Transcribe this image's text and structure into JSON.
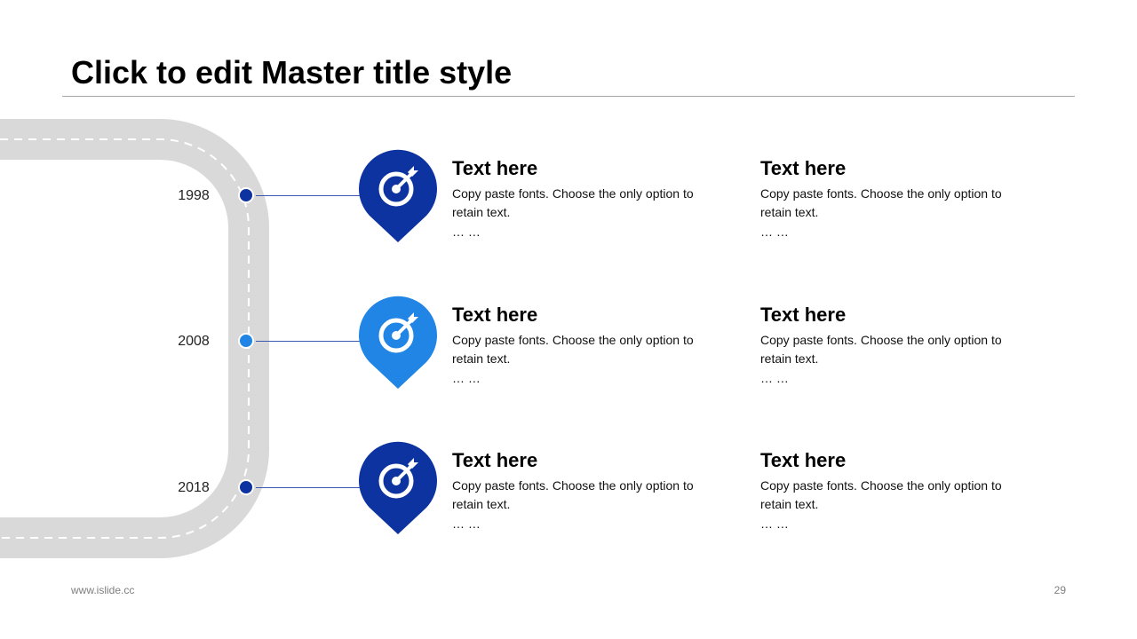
{
  "title": "Click to edit Master title style",
  "colors": {
    "dark_blue": "#0d33a0",
    "light_blue": "#2085e5",
    "road": "#d9d9d9"
  },
  "timeline": [
    {
      "year": "1998",
      "color": "#0d33a0",
      "icon": "target-icon",
      "left": {
        "heading": "Text here",
        "body": "Copy paste fonts. Choose the only option to retain text.",
        "ellipsis": "… …"
      },
      "right": {
        "heading": "Text here",
        "body": "Copy paste fonts. Choose the only option to retain text.",
        "ellipsis": "… …"
      }
    },
    {
      "year": "2008",
      "color": "#2085e5",
      "icon": "target-icon",
      "left": {
        "heading": "Text here",
        "body": "Copy paste fonts. Choose the only option to retain text.",
        "ellipsis": "… …"
      },
      "right": {
        "heading": "Text here",
        "body": "Copy paste fonts. Choose the only option to retain text.",
        "ellipsis": "… …"
      }
    },
    {
      "year": "2018",
      "color": "#0d33a0",
      "icon": "target-icon",
      "left": {
        "heading": "Text here",
        "body": "Copy paste fonts. Choose the only option to retain text.",
        "ellipsis": "… …"
      },
      "right": {
        "heading": "Text here",
        "body": "Copy paste fonts. Choose the only option to retain text.",
        "ellipsis": "… …"
      }
    }
  ],
  "footer": {
    "url": "www.islide.cc",
    "page_number": "29"
  }
}
